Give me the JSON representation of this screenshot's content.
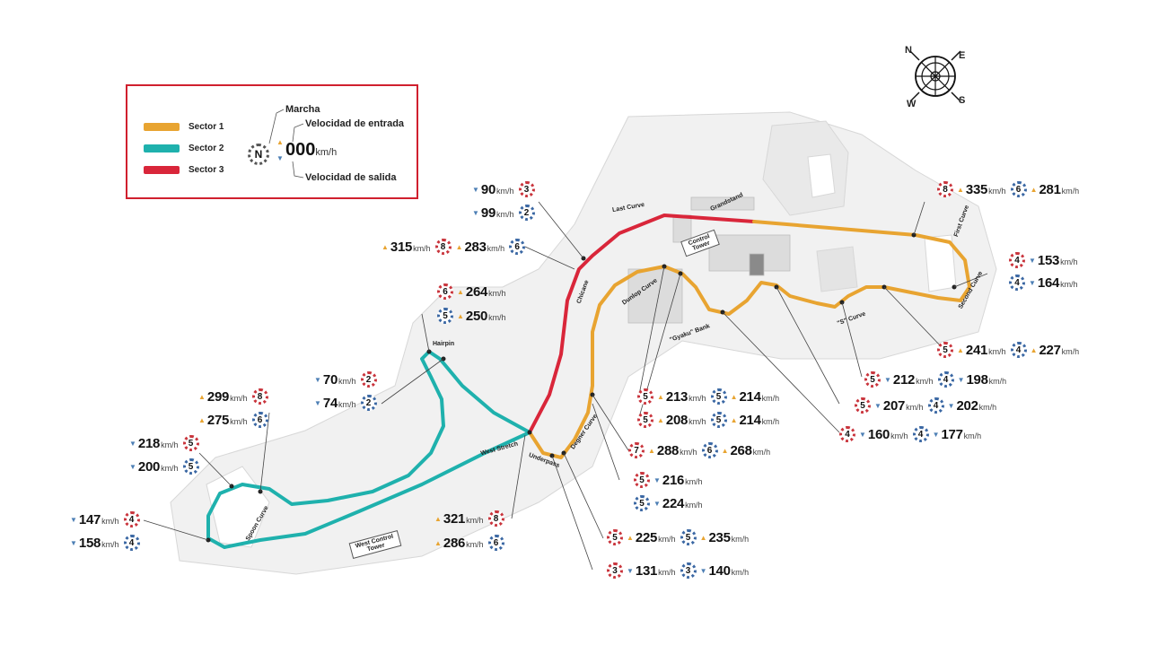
{
  "legend": {
    "sector1": "Sector 1",
    "sector2": "Sector 2",
    "sector3": "Sector 3",
    "gear_label": "Marcha",
    "entry_label": "Velocidad de entrada",
    "exit_label": "Velocidad de salida",
    "gear_symbol": "N",
    "speed_placeholder": "000",
    "unit": "km/h"
  },
  "colors": {
    "sector1": "#e8a431",
    "sector2": "#1fb1ad",
    "sector3": "#d9263a",
    "legend_border": "#d0202e",
    "gear_red": "#c9343c",
    "gear_blue": "#3a67a3"
  },
  "compass": [
    "N",
    "E",
    "S",
    "W"
  ],
  "corner_labels": {
    "first_curve": "First Curve",
    "second_curve": "Second Curve",
    "s_curve": "\"S\" Curve",
    "gyaku_bank": "\"Gyaku\" Bank",
    "dunlop_curve": "Dunlop Curve",
    "degner_curve": "Degner Curve",
    "underpass": "Underpass",
    "hairpin": "Hairpin",
    "west_stretch": "West Stretch",
    "spoon_curve": "Spoon Curve",
    "west_control_tower": "West Control Tower",
    "chicane": "Chicane",
    "last_curve": "Last Curve",
    "grandstand": "Grandstand",
    "control_tower": "Control Tower"
  },
  "speeds": {
    "first_curve_red": {
      "gear": "8",
      "value": "335"
    },
    "first_curve_blue": {
      "gear": "6",
      "value": "281"
    },
    "second_curve_red": {
      "gear": "4",
      "value": "153"
    },
    "second_curve_blue": {
      "gear": "4",
      "value": "164"
    },
    "s_exit_red": {
      "gear": "5",
      "value": "241"
    },
    "s_exit_blue": {
      "gear": "4",
      "value": "227"
    },
    "s_curve_red": {
      "gear": "5",
      "value": "212"
    },
    "s_curve_blue": {
      "gear": "4",
      "value": "198"
    },
    "gyaku_red": {
      "gear": "5",
      "value": "207"
    },
    "gyaku_blue": {
      "gear": "4",
      "value": "202"
    },
    "gyaku2_red": {
      "gear": "4",
      "value": "160"
    },
    "gyaku2_blue": {
      "gear": "4",
      "value": "177"
    },
    "dunlop_a_red": {
      "gear": "5",
      "value": "213"
    },
    "dunlop_a_blue": {
      "gear": "5",
      "value": "214"
    },
    "dunlop_b_red": {
      "gear": "5",
      "value": "208"
    },
    "dunlop_b_blue": {
      "gear": "5",
      "value": "214"
    },
    "degner1_red": {
      "gear": "7",
      "value": "288"
    },
    "degner1_blue": {
      "gear": "6",
      "value": "268"
    },
    "degner2_red": {
      "gear": "5",
      "value": "216"
    },
    "degner2_blue": {
      "gear": "5",
      "value": "224"
    },
    "underpass_a_red": {
      "gear": "5",
      "value": "225"
    },
    "underpass_a_blue": {
      "gear": "5",
      "value": "235"
    },
    "underpass_b_red": {
      "gear": "3",
      "value": "131"
    },
    "underpass_b_blue": {
      "gear": "3",
      "value": "140"
    },
    "west_red": {
      "gear": "8",
      "value": "321"
    },
    "west_blue": {
      "gear": "6",
      "value": "286"
    },
    "hairpin_a_red": {
      "gear": "6",
      "value": "264"
    },
    "hairpin_a_blue": {
      "gear": "5",
      "value": "250"
    },
    "hairpin_b_red": {
      "gear": "2",
      "value": "70"
    },
    "hairpin_b_blue": {
      "gear": "2",
      "value": "74"
    },
    "spoon_a_red": {
      "gear": "8",
      "value": "299"
    },
    "spoon_a_blue": {
      "gear": "6",
      "value": "275"
    },
    "spoon_b_red": {
      "gear": "5",
      "value": "218"
    },
    "spoon_b_blue": {
      "gear": "5",
      "value": "200"
    },
    "spoon_c_red": {
      "gear": "4",
      "value": "147"
    },
    "spoon_c_blue": {
      "gear": "4",
      "value": "158"
    },
    "chicane_a_red": {
      "gear": "3",
      "value": "90"
    },
    "chicane_a_blue": {
      "gear": "2",
      "value": "99"
    },
    "chicane_b_red": {
      "gear": "8",
      "value": "315"
    },
    "chicane_b_blue": {
      "gear": "6",
      "value": "283"
    }
  }
}
